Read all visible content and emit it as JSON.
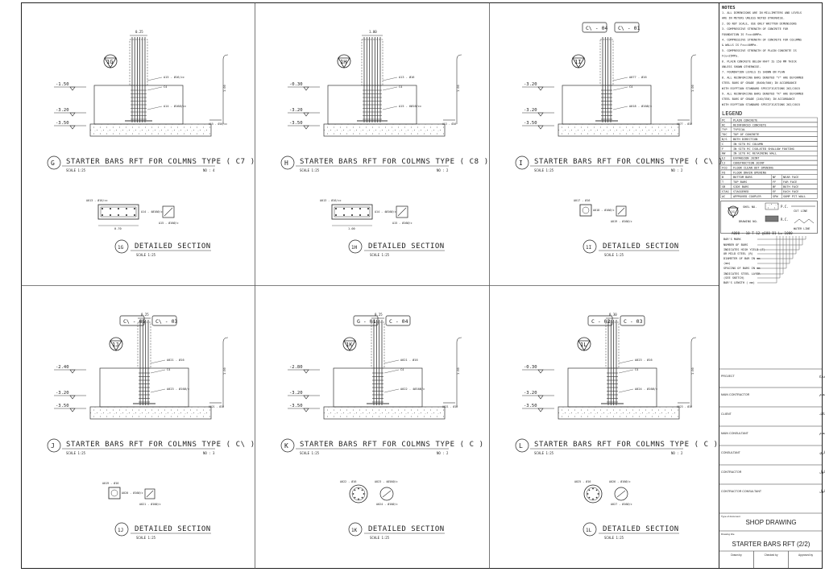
{
  "panels": [
    {
      "grid_letter": "G",
      "title": "STARTER BARS RFT FOR COLMNS TYPE ( C7 )",
      "scale": "SCALE 1:25",
      "no": "NO : 4",
      "col_tag": "1G",
      "top_dim": "0.25",
      "tags": [],
      "levels": [
        "-1.50",
        "-3.20",
        "-3.50"
      ],
      "leaders": [
        "A15 - Ø16/cc",
        "C4",
        "A14 - Ø16Ø/cc"
      ],
      "height_label": "1.00",
      "section_tag": "1G",
      "section_title": "DETAILED SECTION",
      "section_scale": "SCALE 1:25",
      "sec_shape": "rect",
      "sec_notes": [
        "A013 - Ø16/cc",
        "A14 - 4Ø16Ø/c",
        "A15 - Ø16Ø/c"
      ],
      "sec_dim": "0.70"
    },
    {
      "grid_letter": "H",
      "title": "STARTER BARS RFT FOR COLMNS TYPE ( C8 )",
      "scale": "SCALE 1:25",
      "no": "NO : 2",
      "col_tag": "1H",
      "top_dim": "1.00",
      "tags": [],
      "levels": [
        "-0.30",
        "-3.20",
        "-3.50"
      ],
      "leaders": [
        "A13 - Ø16",
        "C4",
        "A15 - 6Ø16/cc"
      ],
      "height_label": "1.00",
      "section_tag": "1H",
      "section_title": "DETAILED SECTION",
      "section_scale": "SCALE 1:25",
      "sec_shape": "rect",
      "sec_notes": [
        "A013 - Ø16/cc",
        "A14 - 4Ø16Ø/c",
        "A15 - Ø16Ø/c"
      ],
      "sec_dim": "1.00"
    },
    {
      "grid_letter": "I",
      "title": "STARTER BARS RFT FOR COLMNS TYPE ( C\\ )",
      "scale": "SCALE 1:25",
      "no": "NO : 2",
      "col_tag": "1I",
      "top_dim": "",
      "tags": [
        "C\\ - 04",
        "C\\ - 01"
      ],
      "levels": [
        "-3.20",
        "-3.20",
        "-3.50"
      ],
      "leaders": [
        "A077 - Ø16",
        "C4",
        "A018 - Ø16Ø/c"
      ],
      "height_label": "1.00",
      "section_tag": "1I",
      "section_title": "DETAILED SECTION",
      "section_scale": "SCALE 1:25",
      "sec_shape": "square",
      "sec_notes": [
        "A017 - Ø16",
        "A018 - Ø16Ø/c",
        "A019 - Ø16Ø/c"
      ],
      "sec_dim": ""
    },
    {
      "grid_letter": "J",
      "title": "STARTER BARS RFT FOR COLMNS TYPE ( C\\ )",
      "scale": "SCALE 1:25",
      "no": "NO : 3",
      "col_tag": "1J",
      "top_dim": "0.25",
      "tags": [
        "C\\ - 05",
        "C\\ - 03"
      ],
      "levels": [
        "-2.40",
        "-3.20",
        "-3.50"
      ],
      "leaders": [
        "A021 - Ø16",
        "C4",
        "A023 - Ø16Ø/c"
      ],
      "height_label": "1.00",
      "section_tag": "1J",
      "section_title": "DETAILED SECTION",
      "section_scale": "SCALE 1:25",
      "sec_shape": "square",
      "sec_notes": [
        "A019 - Ø16",
        "A020 - Ø16Ø/c",
        "A021 - Ø16Ø/c"
      ],
      "sec_dim": ""
    },
    {
      "grid_letter": "K",
      "title": "STARTER BARS RFT FOR COLMNS TYPE ( C )",
      "scale": "SCALE 1:25",
      "no": "NO : 2",
      "col_tag": "1K",
      "top_dim": "0.25",
      "tags": [
        "G - 01",
        "C - 04"
      ],
      "levels": [
        "-2.80",
        "-3.20",
        "-3.50"
      ],
      "leaders": [
        "A021 - Ø16",
        "C4",
        "A022 - 4Ø16Ø/c"
      ],
      "height_label": "1.00",
      "section_tag": "1K",
      "section_title": "DETAILED SECTION",
      "section_scale": "SCALE 1:25",
      "sec_shape": "circle",
      "sec_notes": [
        "A022 - Ø16",
        "A023 - 4Ø16Ø/c",
        "A024 - Ø16Ø/c"
      ],
      "sec_dim": ""
    },
    {
      "grid_letter": "L",
      "title": "STARTER BARS RFT FOR COLMNS TYPE ( C )",
      "scale": "SCALE 1:25",
      "no": "NO : 2",
      "col_tag": "1L",
      "top_dim": "0.30",
      "tags": [
        "C - 02",
        "C - 03"
      ],
      "levels": [
        "-0.30",
        "-3.20",
        "-3.50"
      ],
      "leaders": [
        "A023 - Ø16",
        "C4",
        "A024 - Ø16Ø/c"
      ],
      "height_label": "1.00",
      "section_tag": "1L",
      "section_title": "DETAILED SECTION",
      "section_scale": "SCALE 1:25",
      "sec_shape": "circle",
      "sec_notes": [
        "A025 - Ø16",
        "A026 - Ø16Ø/c",
        "A027 - Ø16Ø/c"
      ],
      "sec_dim": ""
    }
  ],
  "notes": {
    "heading": "NOTES",
    "lines": [
      "1.  ALL DIMENSIONS ARE IN MILLIMETERS AND LEVELS",
      "    ARE IN METERS UNLESS NOTED OTHERWISE.",
      "2.  DO NOT SCALE, USE ONLY WRITTEN DIMENSIONS",
      "3.  COMPRESSIVE STRENGTH OF CONCRETE FOR",
      "    FOUNDATION IS Fcu=40MPa.",
      "4.  COMPRESSIVE STRENGTH OF CONCRETE FOR COLUMNS",
      "    & WALLS IS Fcu=40MPa.",
      "5.  COMPRESSIVE STRENGTH OF PLAIN CONCRETE IS",
      "    Fcu=25MPa.",
      "6.  PLAIN CONCRETE BELOW RAFT IS 150 MM THICK",
      "    UNLESS SHOWN OTHERWISE.",
      "7.  FOUNDATION LEVELS IS SHOWN ON PLAN",
      "8.  ALL REINFORCING BARS DENOTED \"Y\" ARE DEFORMED",
      "    STEEL BARS OF GRADE (B400/500) IN ACCORDANCE",
      "    WITH EGYPTIAN STANDARD SPECIFICATIONS 262/2015",
      "9.  ALL REINFORCING BARS DENOTED \"R\" ARE DEFORMED",
      "    STEEL BARS OF GRADE (240/350) IN ACCORDANCE",
      "    WITH EGYPTIAN STANDARD SPECIFICATIONS 262/2015"
    ]
  },
  "legend": {
    "heading": "LEGEND",
    "rows": [
      [
        "PC",
        "PLAIN CONCRETE",
        "",
        ""
      ],
      [
        "RC",
        "REINFORCED CONCRETE",
        "",
        ""
      ],
      [
        "TYP",
        "TYPICAL",
        "",
        ""
      ],
      [
        "TOC",
        "TOP OF CONCRETE",
        "",
        ""
      ],
      [
        "B/S",
        "BOTH DIRECTION",
        "",
        ""
      ],
      [
        "C",
        "IN SITU RC COLUMN",
        "",
        ""
      ],
      [
        "F",
        "IN SITU RC ISOLATED SHALLOW FOOTING",
        "",
        ""
      ],
      [
        "RW",
        "IN SITU RC RETAINING WALL",
        "",
        ""
      ],
      [
        "EJ",
        "EXPANSION JOINT",
        "",
        ""
      ],
      [
        "CJ",
        "CONSTRUCTION JOINT",
        "",
        ""
      ],
      [
        "FCO",
        "FLOOR CLEAN OUT OPENING",
        "",
        ""
      ],
      [
        "FO",
        "FLOOR DRAIN OPENING",
        "",
        ""
      ],
      [
        "B",
        "BOTTOM BARS",
        "NF",
        "NEAR FACE"
      ],
      [
        "T",
        "TOP BARS",
        "FF",
        "FAR FACE"
      ],
      [
        "SB",
        "SIDE BARS",
        "BF",
        "BOTH FACE"
      ],
      [
        "STAG",
        "STAGGERED",
        "EF",
        "EACH FACE"
      ],
      [
        "AC",
        "APPROVED COUPLER",
        "SPW",
        "SUMP PIT WALL"
      ]
    ],
    "symbol_labels": [
      "SHEL NO.",
      "DRAWING NO.",
      "P.C.",
      "CUT LINE",
      "R.C.",
      "WATER LINE"
    ],
    "callout_code": "A000 - 10 T 12 @180 B1 L= 1000",
    "callout_labels": [
      "BAR'S MARK",
      "NUMBER OF BARS",
      "INDICATES HIGH YIELD (T)",
      "OR MILD STEEL (R)",
      "DIAMETER OF BAR IN mm",
      "(mm)",
      "SPACING OF BARS IN mm",
      "INDICATES STEEL LAYER",
      "(SEE SKETCH)",
      "BAR'S LENGTH ( mm)"
    ]
  },
  "title_block": {
    "rows": [
      {
        "en": "PROJECT",
        "ar": "مشروع"
      },
      {
        "en": "MAIN CONTRACTOR",
        "ar": "المقاول العام"
      },
      {
        "en": "CLIENT",
        "ar": "المالك"
      },
      {
        "en": "MAIN CONSULTANT",
        "ar": "الاستشاري العام"
      },
      {
        "en": "CONSULTANT",
        "ar": "الاستشاري"
      },
      {
        "en": "CONTRACTOR",
        "ar": "المقاول"
      },
      {
        "en": "CONTRACTOR CONSULTANT",
        "ar": "استشاري المقاول"
      }
    ],
    "doc_type_label": "Type of document",
    "doc_type": "SHOP DRAWING",
    "drawing_title_label": "Drawing title",
    "drawing_title": "STARTER BARS RFT (2/2)",
    "sign_labels": [
      "Drawn by",
      "Checked by",
      "Approved by"
    ]
  }
}
